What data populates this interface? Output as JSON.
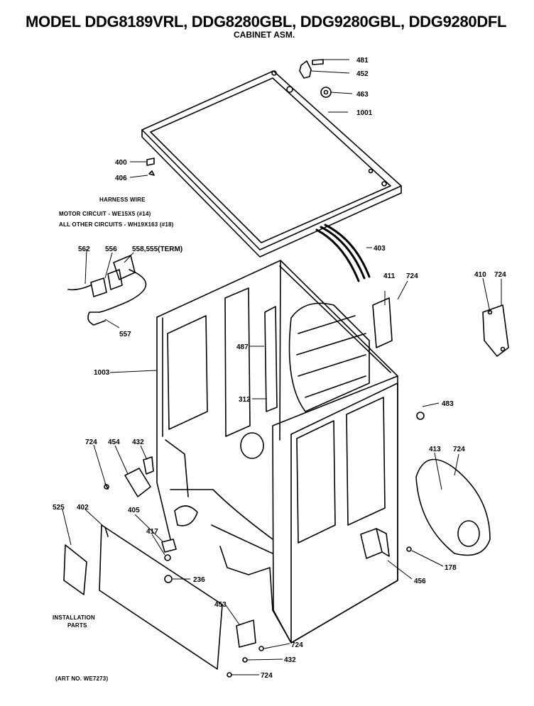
{
  "header": {
    "title": "MODEL DDG8189VRL, DDG8280GBL, DDG9280GBL, DDG9280DFL",
    "subtitle": "CABINET ASM."
  },
  "harness": {
    "heading": "HARNESS WIRE",
    "line1": "MOTOR CIRCUIT - WE15X5 (#14)",
    "line2": "ALL OTHER CIRCUITS - WH19X163 (#18)"
  },
  "installation": {
    "line1": "INSTALLATION",
    "line2": "PARTS"
  },
  "art_no": "(ART NO. WE7273)",
  "part_labels": [
    "481",
    "452",
    "463",
    "1001",
    "400",
    "406",
    "403",
    "562",
    "556",
    "558,555(TERM)",
    "557",
    "411",
    "724",
    "410",
    "724",
    "487",
    "1003",
    "312",
    "483",
    "724",
    "454",
    "432",
    "413",
    "724",
    "525",
    "402",
    "405",
    "417",
    "236",
    "178",
    "456",
    "453",
    "724",
    "432",
    "724"
  ]
}
